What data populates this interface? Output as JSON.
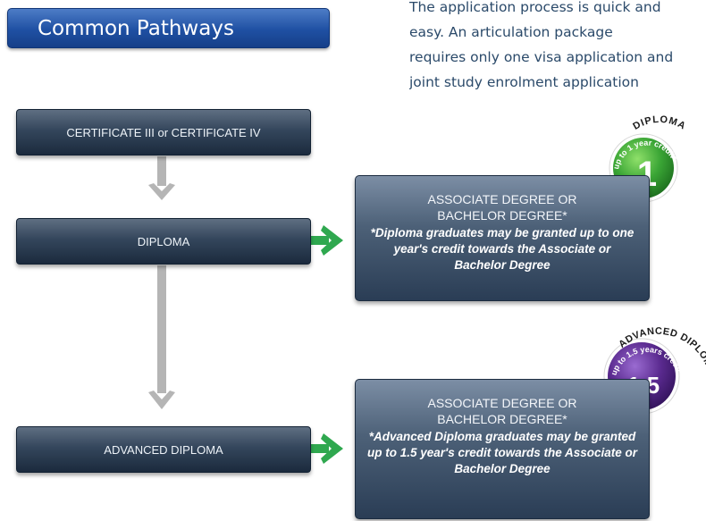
{
  "intro_lines": [
    "The application process is quick and",
    "easy. An articulation package",
    "requires only one visa application and",
    "joint study enrolment application"
  ],
  "title": "Common Pathways",
  "steps": [
    "CERTIFICATE III or CERTIFICATE IV",
    "DIPLOMA",
    "ADVANCED DIPLOMA"
  ],
  "outcomes": [
    {
      "heading_line1": "ASSOCIATE DEGREE OR",
      "heading_line2": "BACHELOR DEGREE*",
      "note": "*Diploma graduates may be granted up to one year's credit towards the Associate or Bachelor Degree"
    },
    {
      "heading_line1": "ASSOCIATE DEGREE OR",
      "heading_line2": "BACHELOR DEGREE*",
      "note": "*Advanced Diploma graduates may be granted up to 1.5 year's credit towards the Associate or Bachelor Degree"
    }
  ],
  "badges": [
    {
      "arc_label": "DIPLOMA",
      "credit_text": "up to 1 year credit*",
      "number": "1",
      "color": "#3aa535"
    },
    {
      "arc_label": "ADVANCED DIPLOMA",
      "credit_text": "up to 1.5 years credit*",
      "number": "1.5",
      "color": "#5a2a8f"
    }
  ],
  "colors": {
    "arrow_down": "#b5b5b5",
    "arrow_right": "#2fa84f",
    "title_blue": "#1f50a3",
    "intro_text": "#2b4a6a"
  }
}
